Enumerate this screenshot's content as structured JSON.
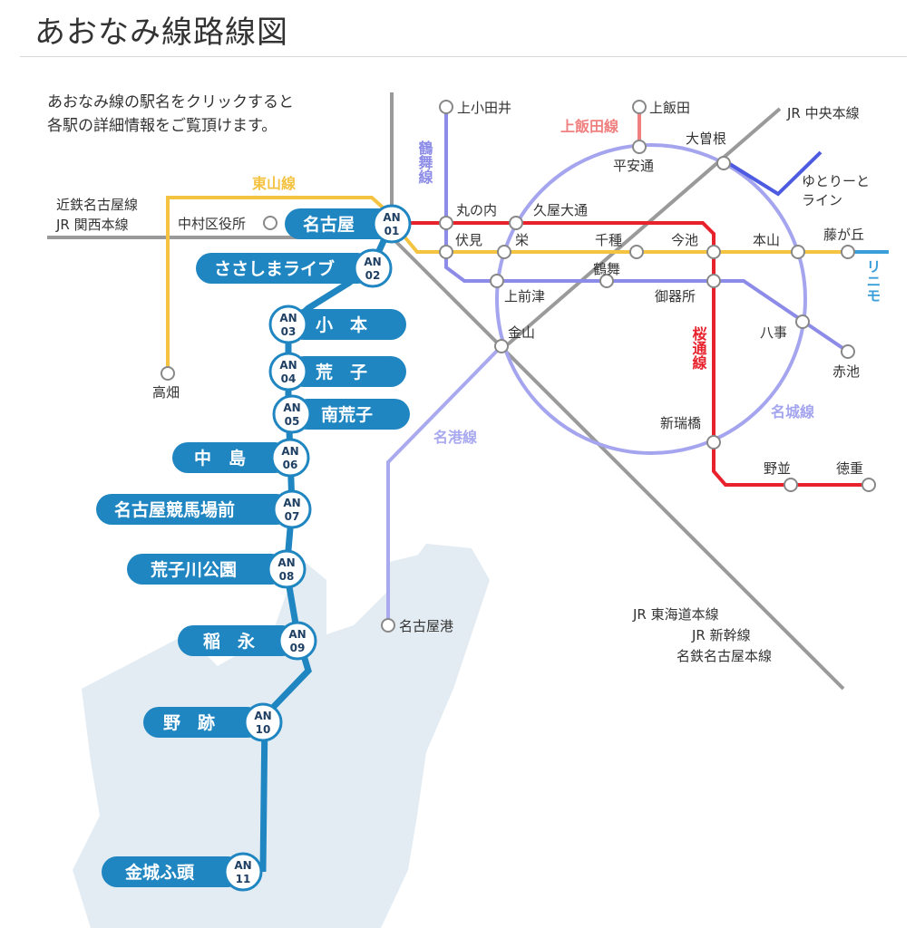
{
  "header": {
    "title": "あおなみ線路線図",
    "instruction": "あおなみ線の駅名をクリックすると\n各駅の詳細情報をご覧頂けます。"
  },
  "colors": {
    "aonami": "#1f86c1",
    "higashiyama": "#f5c342",
    "sakuradori": "#e8222d",
    "tsurumai": "#8c8ce8",
    "meijo": "#a5a5ef",
    "meiko": "#a9a9f0",
    "kamiiida": "#f08080",
    "jr": "#9a9a9a",
    "yutorito": "#4d5be0",
    "linimo": "#3a9fd8",
    "sea": "#e3ecf3"
  },
  "aonami_stations": [
    {
      "name": "名古屋",
      "code_prefix": "AN",
      "code_num": "01"
    },
    {
      "name": "ささしまライブ",
      "code_prefix": "AN",
      "code_num": "02"
    },
    {
      "name": "小　本",
      "code_prefix": "AN",
      "code_num": "03"
    },
    {
      "name": "荒　子",
      "code_prefix": "AN",
      "code_num": "04"
    },
    {
      "name": "南荒子",
      "code_prefix": "AN",
      "code_num": "05"
    },
    {
      "name": "中　島",
      "code_prefix": "AN",
      "code_num": "06"
    },
    {
      "name": "名古屋競馬場前",
      "code_prefix": "AN",
      "code_num": "07"
    },
    {
      "name": "荒子川公園",
      "code_prefix": "AN",
      "code_num": "08"
    },
    {
      "name": "稲　永",
      "code_prefix": "AN",
      "code_num": "09"
    },
    {
      "name": "野　跡",
      "code_prefix": "AN",
      "code_num": "10"
    },
    {
      "name": "金城ふ頭",
      "code_prefix": "AN",
      "code_num": "11"
    }
  ],
  "line_labels": {
    "higashiyama": "東山線",
    "tsurumai": "鶴舞線",
    "kamiiida": "上飯田線",
    "sakuradori": "桜通線",
    "meijo": "名城線",
    "meiko": "名港線",
    "linimo": "リニモ",
    "yutorito": "ゆとりーとライン",
    "jr_chuo": "JR 中央本線",
    "kintetsu": "近鉄名古屋線",
    "jr_kansai": "JR 関西本線",
    "jr_tokaido": "JR 東海道本線",
    "jr_shinkansen": "JR 新幹線",
    "meitetsu": "名鉄名古屋本線"
  },
  "stations": {
    "nakamura_kuyakusho": "中村区役所",
    "takabata": "高畑",
    "kamiotai": "上小田井",
    "kamiiida": "上飯田",
    "heian_dori": "平安通",
    "ozone": "大曽根",
    "marunouchi": "丸の内",
    "hisaya_odori": "久屋大通",
    "fushimi": "伏見",
    "sakae": "栄",
    "chikusa": "千種",
    "imaike": "今池",
    "motoyama": "本山",
    "fujigaoka": "藤が丘",
    "tsurumai": "鶴舞",
    "kamimaezu": "上前津",
    "gokiso": "御器所",
    "kanayama": "金山",
    "yagoto": "八事",
    "akaike": "赤池",
    "aratama_bashi": "新瑞橋",
    "nonami": "野並",
    "tokushige": "徳重",
    "nagoyako": "名古屋港"
  }
}
